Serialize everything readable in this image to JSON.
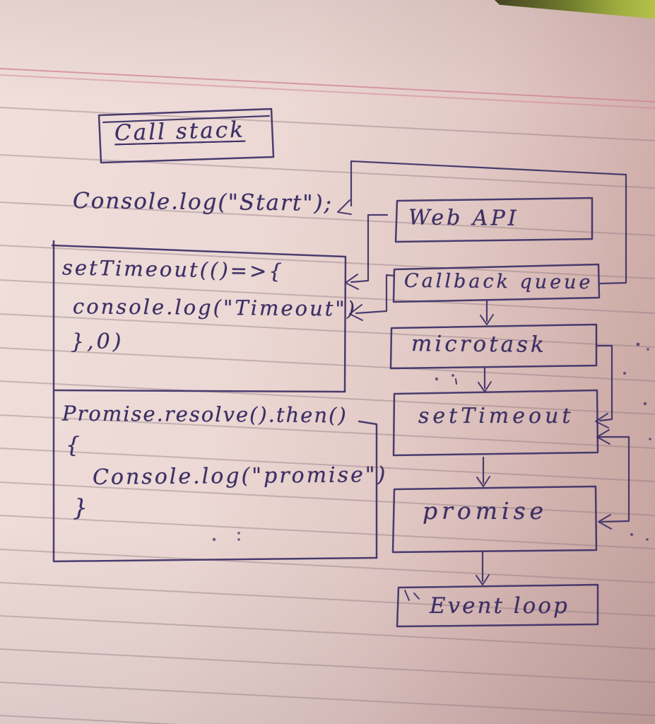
{
  "diagram": {
    "title": "Call stack",
    "code": {
      "start_line": "Console.log(\"Start\");",
      "settimeout_block": [
        "setTimeout(()=>{",
        "console.log(\"Timeout\")",
        "},0)"
      ],
      "promise_block": [
        "Promise.resolve().then()",
        "{",
        "Console.log(\"promise\")",
        "}"
      ]
    },
    "boxes": [
      {
        "id": "web-api",
        "label": "Web API"
      },
      {
        "id": "callback-queue",
        "label": "Callback queue"
      },
      {
        "id": "microtask",
        "label": "microtask"
      },
      {
        "id": "settimeout",
        "label": "setTimeout"
      },
      {
        "id": "promise",
        "label": "promise"
      },
      {
        "id": "event-loop",
        "label": "Event loop"
      }
    ]
  },
  "colors": {
    "ink": "#3c3066",
    "paper": "#ecd8d4",
    "margin_line": "#cf8096",
    "rule_line": "#8a747e",
    "notebook_edge_green": "#9cab3e"
  }
}
